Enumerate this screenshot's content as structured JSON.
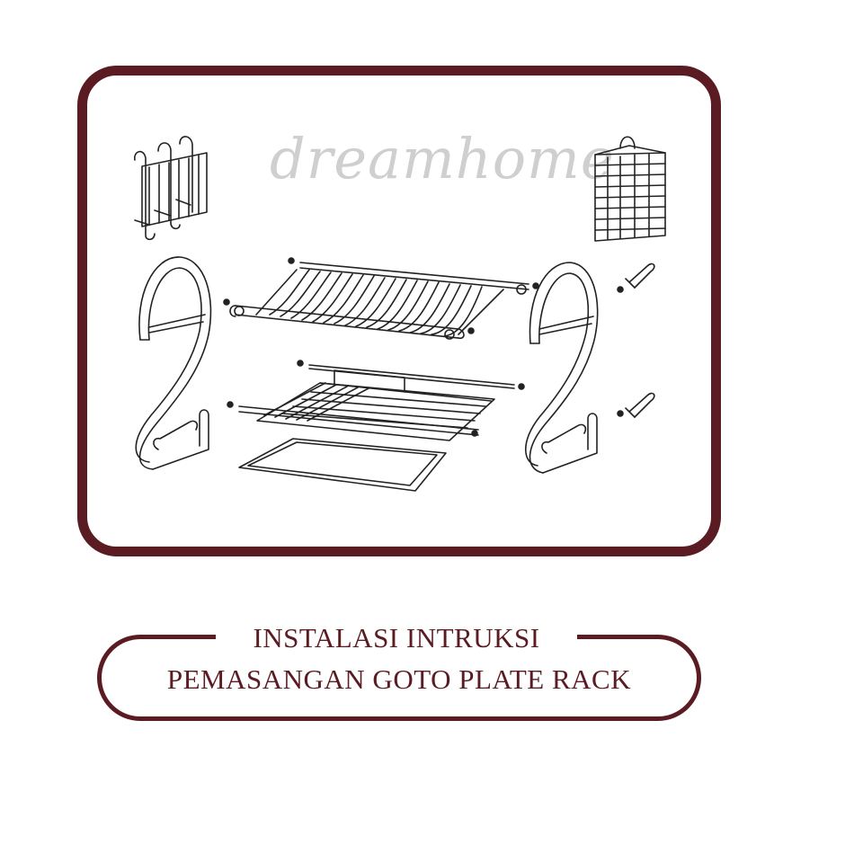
{
  "brand": {
    "watermark": "dreamhome",
    "accent_color": "#5a1b22",
    "watermark_color": "#cfcfcf"
  },
  "diagram": {
    "parts": [
      {
        "name": "knife-holder"
      },
      {
        "name": "cutlery-basket"
      },
      {
        "name": "left-s-frame"
      },
      {
        "name": "right-s-frame"
      },
      {
        "name": "upper-plate-rack"
      },
      {
        "name": "lower-bowl-rack"
      },
      {
        "name": "drip-tray"
      },
      {
        "name": "screw-hooks"
      }
    ]
  },
  "caption": {
    "line1": "INSTALASI INTRUKSI",
    "line2": "PEMASANGAN GOTO PLATE RACK"
  }
}
